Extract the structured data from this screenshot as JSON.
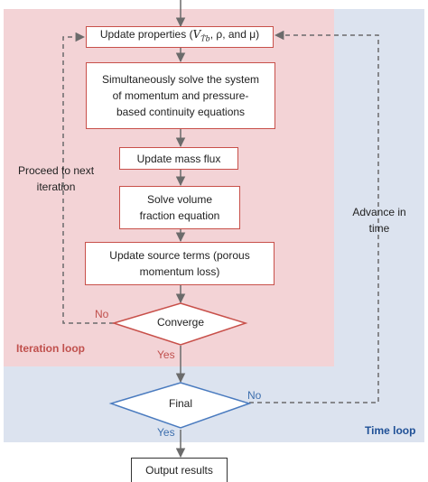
{
  "steps": {
    "update_properties": "Update properties (V_Ťb, ρ, and μ)",
    "update_properties_prefix": "Update properties (",
    "update_properties_v": "V",
    "update_properties_sub": "Ťb",
    "update_properties_rest": ", ρ, and μ)",
    "solve_system_line1": "Simultaneously solve the system",
    "solve_system_line2": "of momentum and pressure-",
    "solve_system_line3": "based continuity equations",
    "update_mass_flux": "Update mass flux",
    "solve_volume_line1": "Solve volume",
    "solve_volume_line2": "fraction equation",
    "source_terms_line1": "Update source terms (porous",
    "source_terms_line2": "momentum loss)",
    "converge": "Converge",
    "final": "Final",
    "output_results": "Output results"
  },
  "labels": {
    "proceed_line1": "Proceed to next",
    "proceed_line2": "iteration",
    "advance_line1": "Advance in",
    "advance_line2": "time",
    "no_converge": "No",
    "yes_converge": "Yes",
    "no_final": "No",
    "yes_final": "Yes",
    "iteration_loop": "Iteration loop",
    "time_loop": "Time loop"
  },
  "colors": {
    "iteration_region": "#f3d3d6",
    "time_region": "#dce3ef",
    "iteration_border": "#c8504a",
    "final_border": "#4a7bbf",
    "arrow": "#6b6b6b"
  }
}
